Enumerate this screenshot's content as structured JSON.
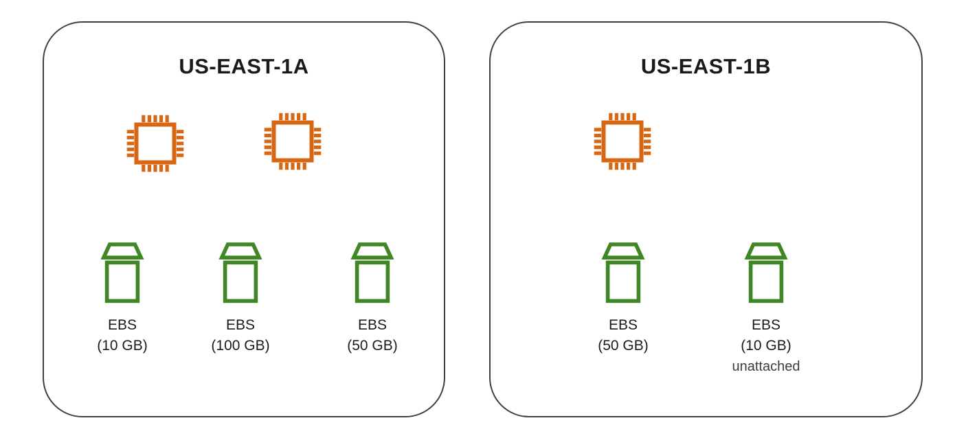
{
  "zones": [
    {
      "title": "US-EAST-1A",
      "instance_count": 2,
      "volumes": [
        {
          "label": "EBS",
          "size": "(10 GB)",
          "note": "",
          "attached_to_instance": 1
        },
        {
          "label": "EBS",
          "size": "(100 GB)",
          "note": "",
          "attached_to_instance": 2
        },
        {
          "label": "EBS",
          "size": "(50 GB)",
          "note": "",
          "attached_to_instance": 2
        }
      ]
    },
    {
      "title": "US-EAST-1B",
      "instance_count": 1,
      "volumes": [
        {
          "label": "EBS",
          "size": "(50 GB)",
          "note": "",
          "attached_to_instance": 1
        },
        {
          "label": "EBS",
          "size": "(10 GB)",
          "note": "unattached",
          "attached_to_instance": null
        }
      ]
    }
  ],
  "connections": [
    {
      "zone": 0,
      "from_volume": 0,
      "to_instance": 0
    },
    {
      "zone": 0,
      "from_volume": 1,
      "to_instance": 1
    },
    {
      "zone": 0,
      "from_volume": 2,
      "to_instance": 1
    },
    {
      "zone": 1,
      "from_volume": 0,
      "to_instance": 0
    }
  ],
  "colors": {
    "instance-color": "#D86613",
    "volume-color": "#3F8624",
    "arrow-color": "#333333",
    "zone-border": "#3F3F3F"
  }
}
